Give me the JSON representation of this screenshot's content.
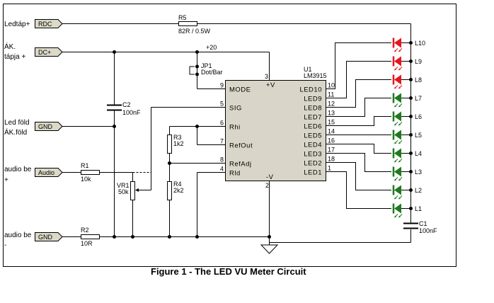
{
  "caption": "Figure 1 - The LED VU Meter Circuit",
  "colors": {
    "led_red": "#e8141e",
    "led_green": "#1e7a1e",
    "ic_fill": "#d9d6c9",
    "connector_fill": "#dcd9c8"
  },
  "left_labels": {
    "ledtap": "Ledtáp+",
    "ak_tapja_1": "ÁK.",
    "ak_tapja_2": "tápja +",
    "led_fold": "Led föld",
    "ak_fold": "ÁK.föld",
    "audio_be_plus_1": "audio be",
    "audio_be_plus_2": "+",
    "audio_be_minus_1": "audio be",
    "audio_be_minus_2": "-"
  },
  "connectors": {
    "rdc": "RDC",
    "dcplus": "DC+",
    "gnd1": "GND",
    "audio": "Audio",
    "gnd2": "GND"
  },
  "components": {
    "r5": {
      "ref": "R5",
      "value": "82R / 0.5W"
    },
    "c2": {
      "ref": "C2",
      "value": "100nF"
    },
    "jp1": {
      "ref": "JP1",
      "value": "Dot/Bar"
    },
    "r1": {
      "ref": "R1",
      "value": "10k"
    },
    "r2": {
      "ref": "R2",
      "value": "10R"
    },
    "vr1": {
      "ref": "VR1",
      "value": "50k"
    },
    "r3": {
      "ref": "R3",
      "value": "1k2"
    },
    "r4": {
      "ref": "R4",
      "value": "2k2"
    },
    "c1": {
      "ref": "C1",
      "value": "100nF"
    },
    "supply_net": "+20"
  },
  "ic": {
    "ref": "U1",
    "part": "LM3915",
    "left_pins": [
      {
        "name": "MODE",
        "num": "9"
      },
      {
        "name": "SIG",
        "num": "5"
      },
      {
        "name": "Rhi",
        "num": "6"
      },
      {
        "name": "RefOut",
        "num": "7"
      },
      {
        "name": "RefAdj",
        "num": "8"
      },
      {
        "name": "Rld",
        "num": "4"
      }
    ],
    "top_pin": {
      "name": "+V",
      "num": "3"
    },
    "bottom_pin": {
      "name": "-V",
      "num": "2"
    },
    "right_pins": [
      {
        "name": "LED10",
        "num": "10"
      },
      {
        "name": "LED9",
        "num": "11"
      },
      {
        "name": "LED8",
        "num": "12"
      },
      {
        "name": "LED7",
        "num": "13"
      },
      {
        "name": "LED6",
        "num": "15"
      },
      {
        "name": "LED5",
        "num": "14"
      },
      {
        "name": "LED4",
        "num": "16"
      },
      {
        "name": "LED3",
        "num": "17"
      },
      {
        "name": "LED2",
        "num": "18"
      },
      {
        "name": "LED1",
        "num": "1"
      }
    ]
  },
  "leds": [
    {
      "label": "L10",
      "color": "red"
    },
    {
      "label": "L9",
      "color": "red"
    },
    {
      "label": "L8",
      "color": "red"
    },
    {
      "label": "L7",
      "color": "green"
    },
    {
      "label": "L6",
      "color": "green"
    },
    {
      "label": "L5",
      "color": "green"
    },
    {
      "label": "L4",
      "color": "green"
    },
    {
      "label": "L3",
      "color": "green"
    },
    {
      "label": "L2",
      "color": "green"
    },
    {
      "label": "L1",
      "color": "green"
    }
  ]
}
